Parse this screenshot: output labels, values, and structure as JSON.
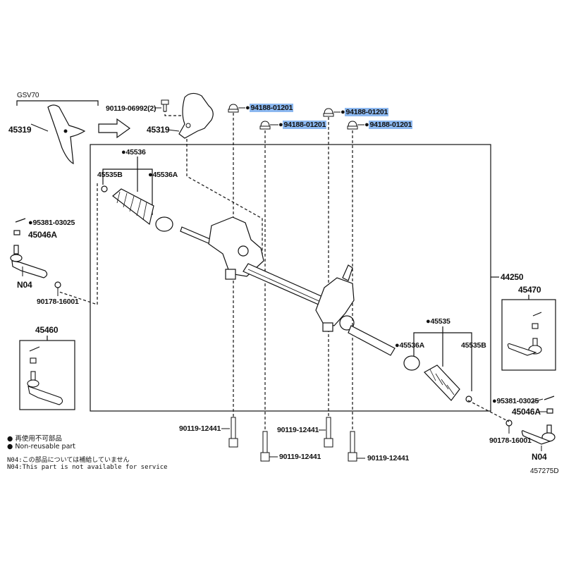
{
  "diagram": {
    "title": "Steering rack and pinion parts diagram",
    "model_label": "GSV70",
    "diagram_code": "457275D",
    "highlight_color": "#8cb8f0",
    "parts": {
      "bracket_left": "45319",
      "bracket_right": "45319",
      "bracket_bolt": "90119-06992(2)",
      "nut_1": "94188-01201",
      "nut_2": "94188-01201",
      "nut_3": "94188-01201",
      "nut_4": "94188-01201",
      "boot_left": "45536",
      "clip_left": "45535B",
      "clamp_left": "45536A",
      "cotter_pin_left": "95381-03025",
      "castle_nut_left": "45046A",
      "tie_rod_end_left_n": "N04",
      "lock_nut_left": "90178-16001",
      "tie_rod_end_kit_left": "45460",
      "rack_assembly": "44250",
      "tie_rod_end_kit_right": "45470",
      "boot_right": "45535",
      "clamp_right": "45536A",
      "clip_right": "45535B",
      "cotter_pin_right": "95381-03025",
      "castle_nut_right": "45046A",
      "lock_nut_right": "90178-16001",
      "tie_rod_end_right_n": "N04",
      "bolt_1": "90119-12441",
      "bolt_2": "90119-12441",
      "bolt_3": "90119-12441",
      "bolt_4": "90119-12441"
    },
    "legend": {
      "non_reusable_jp": "再使用不可部品",
      "non_reusable_en": "Non-reusable part",
      "n04_jp": "N04:この部品については補給していません",
      "n04_en": "N04:This part is not available for service"
    }
  }
}
